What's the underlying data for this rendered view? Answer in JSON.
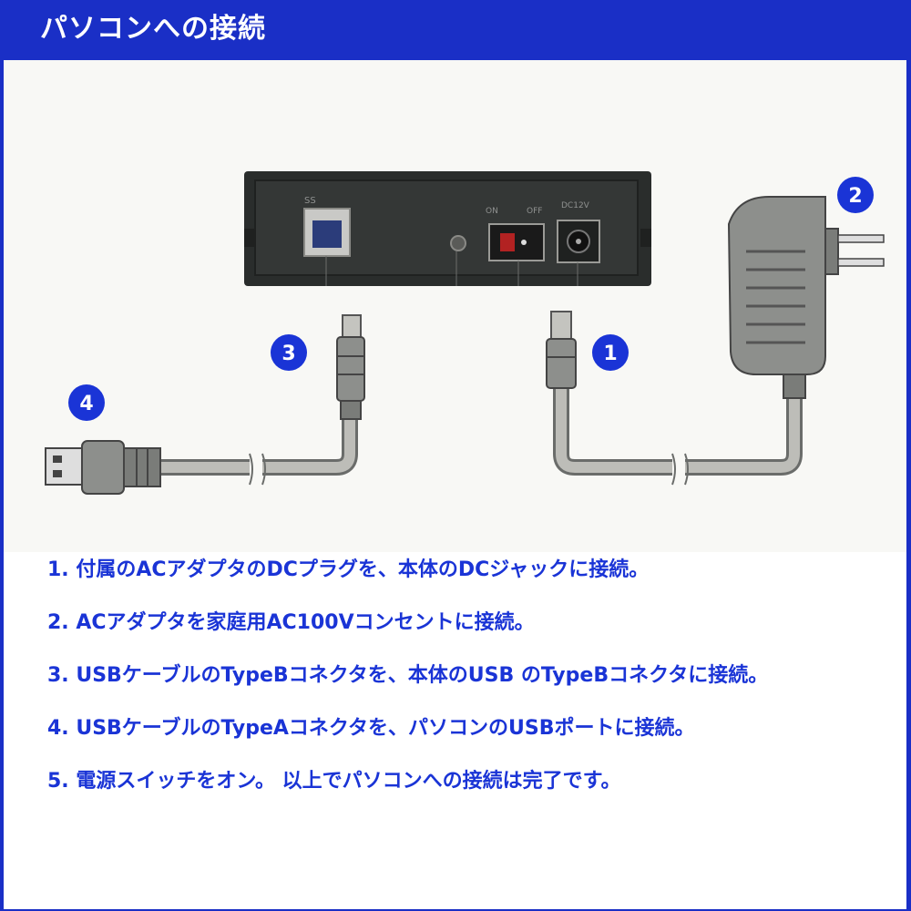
{
  "header": {
    "title": "パソコンへの接続"
  },
  "figure": {
    "device_labels": {
      "usb_logo": "SS",
      "switch_on": "ON",
      "switch_off": "OFF",
      "dc_label": "DC12V"
    },
    "badges": [
      "1",
      "2",
      "3",
      "4"
    ],
    "badge_color": "#1a34d6"
  },
  "steps": [
    "1. 付属のACアダプタのDCプラグを、本体のDCジャックに接続。",
    "2. ACアダプタを家庭用AC100Vコンセントに接続。",
    "3. USBケーブルのTypeBコネクタを、本体のUSB のTypeBコネクタに接続。",
    "4. USBケーブルのTypeAコネクタを、パソコンのUSBポートに接続。",
    "5. 電源スイッチをオン。 以上でパソコンへの接続は完了です。"
  ],
  "colors": {
    "accent": "#1a2fc6",
    "text_blue": "#1a34d6",
    "device": "#2a2d2c"
  }
}
